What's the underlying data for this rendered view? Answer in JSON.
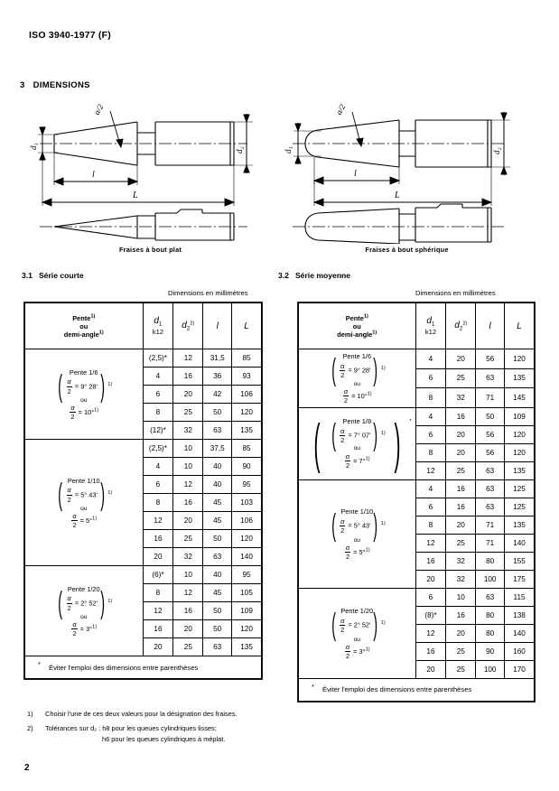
{
  "header": {
    "standard_ref": "ISO 3940-1977 (F)"
  },
  "section": {
    "number": "3",
    "title": "DIMENSIONS"
  },
  "figures": [
    {
      "caption": "Fraises à bout plat",
      "labels": {
        "d1": "d₁",
        "d2": "d₂",
        "l": "l",
        "L": "L",
        "angle": "α/2"
      }
    },
    {
      "caption": "Fraises à bout sphérique",
      "labels": {
        "d1": "d₁",
        "d2": "d₂",
        "l": "l",
        "L": "L",
        "angle": "α/2"
      }
    }
  ],
  "tables": [
    {
      "id": "serie-courte",
      "number": "3.1",
      "title": "Série courte",
      "units_note": "Dimensions en millimètres",
      "columns": [
        {
          "key": "pente",
          "line1": "Pente",
          "line1_sup": "1)",
          "line2": "ou",
          "line3": "demi-angle",
          "line3_sup": "1)"
        },
        {
          "key": "d1",
          "symbol": "d",
          "sub": "1",
          "sup": "",
          "second_line": "k12"
        },
        {
          "key": "d2",
          "symbol": "d",
          "sub": "2",
          "sup": "2)",
          "second_line": ""
        },
        {
          "key": "l",
          "symbol": "l",
          "sub": "",
          "sup": "",
          "second_line": ""
        },
        {
          "key": "L",
          "symbol": "L",
          "sub": "",
          "sup": "",
          "second_line": ""
        }
      ],
      "groups": [
        {
          "pente_title": "Pente 1/6",
          "angle_main": "9° 28'",
          "angle_main_sup": "1)",
          "ou": "ou",
          "angle_alt": "10°",
          "angle_alt_sup": "1)",
          "starred_group": false,
          "rows": [
            {
              "d1": "(2,5)*",
              "d2": "12",
              "l": "31,5",
              "L": "85"
            },
            {
              "d1": "4",
              "d2": "16",
              "l": "36",
              "L": "93"
            },
            {
              "d1": "6",
              "d2": "20",
              "l": "42",
              "L": "106"
            },
            {
              "d1": "8",
              "d2": "25",
              "l": "50",
              "L": "120"
            },
            {
              "d1": "(12)*",
              "d2": "32",
              "l": "63",
              "L": "135"
            }
          ]
        },
        {
          "pente_title": "Pente 1/10",
          "angle_main": "5° 43'",
          "angle_main_sup": "1)",
          "ou": "ou",
          "angle_alt": "5°",
          "angle_alt_sup": "1)",
          "starred_group": false,
          "rows": [
            {
              "d1": "(2,5)*",
              "d2": "10",
              "l": "37,5",
              "L": "85"
            },
            {
              "d1": "4",
              "d2": "10",
              "l": "40",
              "L": "90"
            },
            {
              "d1": "6",
              "d2": "12",
              "l": "40",
              "L": "95"
            },
            {
              "d1": "8",
              "d2": "16",
              "l": "45",
              "L": "103"
            },
            {
              "d1": "12",
              "d2": "20",
              "l": "45",
              "L": "106"
            },
            {
              "d1": "16",
              "d2": "25",
              "l": "50",
              "L": "120"
            },
            {
              "d1": "20",
              "d2": "32",
              "l": "63",
              "L": "140"
            }
          ]
        },
        {
          "pente_title": "Pente 1/20",
          "angle_main": "2° 52'",
          "angle_main_sup": "1)",
          "ou": "ou",
          "angle_alt": "3°",
          "angle_alt_sup": "1)",
          "starred_group": false,
          "rows": [
            {
              "d1": "(6)*",
              "d2": "10",
              "l": "40",
              "L": "95"
            },
            {
              "d1": "8",
              "d2": "12",
              "l": "45",
              "L": "105"
            },
            {
              "d1": "12",
              "d2": "16",
              "l": "50",
              "L": "109"
            },
            {
              "d1": "16",
              "d2": "20",
              "l": "50",
              "L": "120"
            },
            {
              "d1": "20",
              "d2": "25",
              "l": "63",
              "L": "135"
            }
          ]
        }
      ],
      "footnote": {
        "marker": "*",
        "text": "Éviter l'emploi des dimensions entre parenthèses"
      }
    },
    {
      "id": "serie-moyenne",
      "number": "3.2",
      "title": "Série moyenne",
      "units_note": "Dimensions en millimètres",
      "columns": [
        {
          "key": "pente",
          "line1": "Pente",
          "line1_sup": "1)",
          "line2": "ou",
          "line3": "demi-angle",
          "line3_sup": "1)"
        },
        {
          "key": "d1",
          "symbol": "d",
          "sub": "1",
          "sup": "",
          "second_line": "k12"
        },
        {
          "key": "d2",
          "symbol": "d",
          "sub": "2",
          "sup": "2)",
          "second_line": ""
        },
        {
          "key": "l",
          "symbol": "l",
          "sub": "",
          "sup": "",
          "second_line": ""
        },
        {
          "key": "L",
          "symbol": "L",
          "sub": "",
          "sup": "",
          "second_line": ""
        }
      ],
      "groups": [
        {
          "pente_title": "Pente 1/6",
          "angle_main": "9° 28'",
          "angle_main_sup": "1)",
          "ou": "ou",
          "angle_alt": "10°",
          "angle_alt_sup": "1)",
          "starred_group": false,
          "rows": [
            {
              "d1": "4",
              "d2": "20",
              "l": "56",
              "L": "120"
            },
            {
              "d1": "6",
              "d2": "25",
              "l": "63",
              "L": "135"
            },
            {
              "d1": "8",
              "d2": "32",
              "l": "71",
              "L": "145"
            }
          ]
        },
        {
          "pente_title": "Pente 1/8",
          "angle_main": "7° 07'",
          "angle_main_sup": "1)",
          "ou": "ou",
          "angle_alt": "7°",
          "angle_alt_sup": "1)",
          "starred_group": true,
          "group_star": "*",
          "rows": [
            {
              "d1": "4",
              "d2": "16",
              "l": "50",
              "L": "109"
            },
            {
              "d1": "6",
              "d2": "20",
              "l": "56",
              "L": "120"
            },
            {
              "d1": "8",
              "d2": "20",
              "l": "56",
              "L": "120"
            },
            {
              "d1": "12",
              "d2": "25",
              "l": "63",
              "L": "135"
            }
          ]
        },
        {
          "pente_title": "Pente 1/10",
          "angle_main": "5° 43'",
          "angle_main_sup": "1)",
          "ou": "ou",
          "angle_alt": "5°",
          "angle_alt_sup": "1)",
          "starred_group": false,
          "rows": [
            {
              "d1": "4",
              "d2": "16",
              "l": "63",
              "L": "125"
            },
            {
              "d1": "6",
              "d2": "16",
              "l": "63",
              "L": "125"
            },
            {
              "d1": "8",
              "d2": "20",
              "l": "71",
              "L": "135"
            },
            {
              "d1": "12",
              "d2": "25",
              "l": "71",
              "L": "140"
            },
            {
              "d1": "16",
              "d2": "32",
              "l": "80",
              "L": "155"
            },
            {
              "d1": "20",
              "d2": "32",
              "l": "100",
              "L": "175"
            }
          ]
        },
        {
          "pente_title": "Pente 1/20",
          "angle_main": "2° 52'",
          "angle_main_sup": "1)",
          "ou": "ou",
          "angle_alt": "3°",
          "angle_alt_sup": "1)",
          "starred_group": false,
          "rows": [
            {
              "d1": "6",
              "d2": "10",
              "l": "63",
              "L": "115"
            },
            {
              "d1": "(8)*",
              "d2": "16",
              "l": "80",
              "L": "138"
            },
            {
              "d1": "12",
              "d2": "20",
              "l": "80",
              "L": "140"
            },
            {
              "d1": "16",
              "d2": "25",
              "l": "90",
              "L": "160"
            },
            {
              "d1": "20",
              "d2": "25",
              "l": "100",
              "L": "170"
            }
          ]
        }
      ],
      "footnote": {
        "marker": "*",
        "text": "Éviter l'emploi des dimensions entre parenthèses"
      }
    }
  ],
  "footnotes": [
    {
      "marker": "1)",
      "text": "Choisir l'une de ces deux valeurs pour la désignation des fraises."
    },
    {
      "marker": "2)",
      "text": "Tolérances sur d₂ : h8 pour les queues cylindriques lisses;",
      "continuation": "h6 pour les queues cylindriques à méplat."
    }
  ],
  "page_number": "2"
}
